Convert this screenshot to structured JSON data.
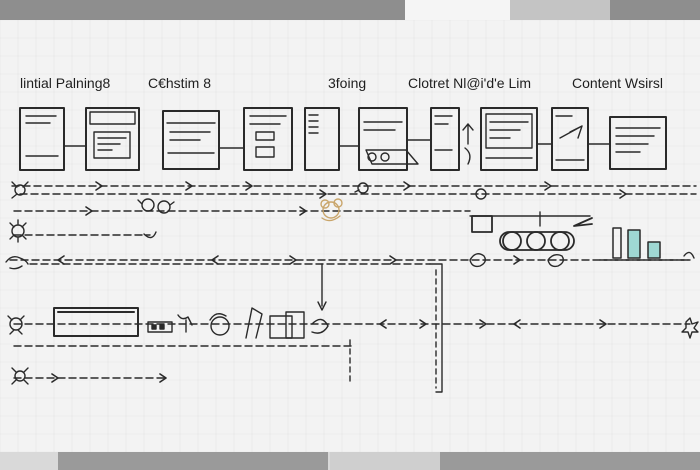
{
  "stages": [
    {
      "label": "lintial Palning8"
    },
    {
      "label": "C€hstim 8"
    },
    {
      "label": "3foing"
    },
    {
      "label": "Clotret Nl@i'd'e Lim"
    },
    {
      "label": "Content Wsirsl"
    }
  ],
  "colors": {
    "ink": "#2a2a2a",
    "board": "#f3f3f3",
    "grid": "#e6e6e6",
    "teal": "#9fd8d3",
    "tan": "#c9a56b",
    "top_bar_dark": "#8e8e8e",
    "top_bar_light": "#c4c4c4",
    "bottom_bar": "#9a9a9a"
  },
  "icons": [
    "document-window-icon",
    "gear-icon",
    "bug-icon",
    "hand-icon",
    "film-reel-icon",
    "folder-icon",
    "key-icon",
    "chart-icon",
    "pencil-icon"
  ]
}
